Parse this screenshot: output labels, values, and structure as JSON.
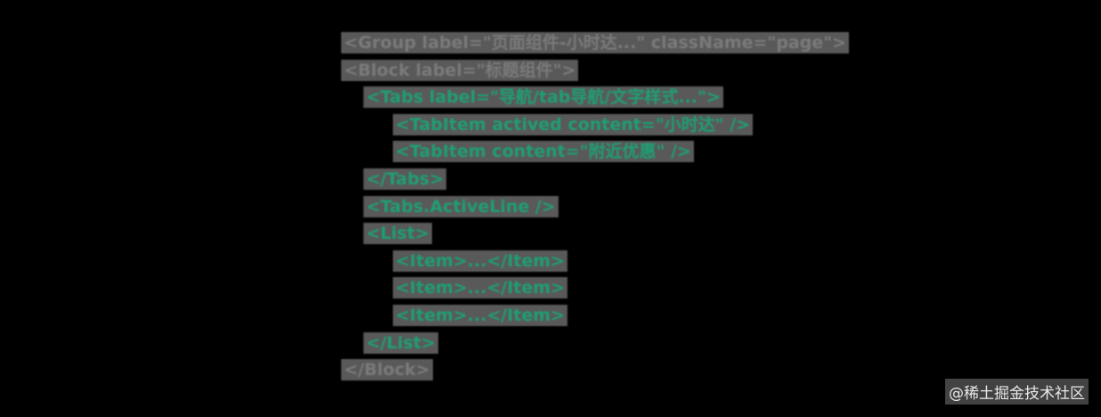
{
  "code": {
    "lines": [
      {
        "text": "<Group label=\"页面组件-小时达...\" className=\"page\">",
        "indent": 0,
        "color": "grey"
      },
      {
        "text": "<Block label=\"标题组件\">",
        "indent": 0,
        "color": "grey"
      },
      {
        "text": "<Tabs label=\"导航/tab导航/文字样式...\">",
        "indent": 1,
        "color": "green"
      },
      {
        "text": "<TabItem actived content=\"小时达\" />",
        "indent": 2,
        "color": "green"
      },
      {
        "text": "<TabItem content=\"附近优惠\" />",
        "indent": 2,
        "color": "green"
      },
      {
        "text": "</Tabs>",
        "indent": 1,
        "color": "green"
      },
      {
        "text": "<Tabs.ActiveLine />",
        "indent": 1,
        "color": "green"
      },
      {
        "text": "<List>",
        "indent": 1,
        "color": "green"
      },
      {
        "text": "<Item>...</Item>",
        "indent": 2,
        "color": "green"
      },
      {
        "text": "<Item>...</Item>",
        "indent": 2,
        "color": "green"
      },
      {
        "text": "<Item>...</Item>",
        "indent": 2,
        "color": "green"
      },
      {
        "text": "</List>",
        "indent": 1,
        "color": "green"
      },
      {
        "text": "</Block>",
        "indent": 0,
        "color": "grey"
      }
    ]
  },
  "colors": {
    "background": "#000000",
    "highlight": "#595959",
    "grey_text": "#7a7a7a",
    "green_text": "#1f9e72"
  },
  "watermark": {
    "text": "@稀土掘金技术社区"
  }
}
